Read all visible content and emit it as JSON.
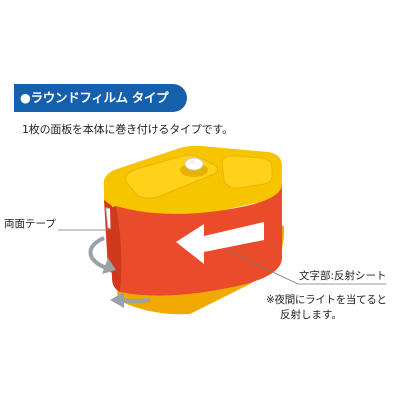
{
  "banner": {
    "title": "●ラウンドフィルム タイプ"
  },
  "description": "1枚の面板を本体に巻き付けるタイプです。",
  "labels": {
    "tape": "両面テープ",
    "characters": "文字部:反射シート",
    "note_line1": "※夜間にライトを当てると",
    "note_line2": "反射します。"
  },
  "colors": {
    "banner_blue": "#1560ad",
    "body_yellow": "#f7c400",
    "film_red": "#ea4b2a",
    "arrow_white": "#ffffff",
    "rotate_arrow_gray": "#9aa2a8"
  }
}
